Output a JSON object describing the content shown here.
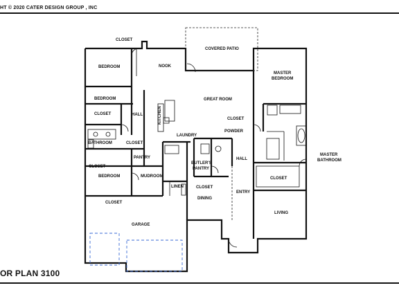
{
  "header": {
    "copyright": "HT © 2020  CATER DESIGN GROUP , INC"
  },
  "footer": {
    "title": "OR PLAN 3100"
  },
  "rooms": {
    "closet_top": "CLOSET",
    "covered_patio": "COVERED PATIO",
    "bedroom_1": "BEDROOM",
    "nook": "NOOK",
    "master_bedroom_1": "MASTER",
    "master_bedroom_2": "BEDROOM",
    "bedroom_2": "BEDROOM",
    "great_room": "GREAT ROOM",
    "closet_left": "CLOSET",
    "hall_left": "HALL",
    "kitchen": "KITCHEN",
    "closet_center": "CLOSET",
    "powder": "POWDER",
    "laundry": "LAUNDRY",
    "bathroom": "BATHROOM",
    "closet_bath": "CLOSET",
    "pantry": "PANTRY",
    "butlers_pantry_1": "BUTLER'S",
    "butlers_pantry_2": "PANTRY",
    "hall_right": "HALL",
    "master_bathroom_1": "MASTER",
    "master_bathroom_2": "BATHROOM",
    "closet_bed3": "CLOSET",
    "bedroom_3": "BEDROOM",
    "mudroom": "MUDROOM",
    "linen": "LINEN",
    "closet_dining": "CLOSET",
    "closet_master": "CLOSET",
    "entry": "ENTRY",
    "dining": "DINING",
    "closet_garage": "CLOSET",
    "living": "LIVING",
    "garage": "GARAGE"
  }
}
